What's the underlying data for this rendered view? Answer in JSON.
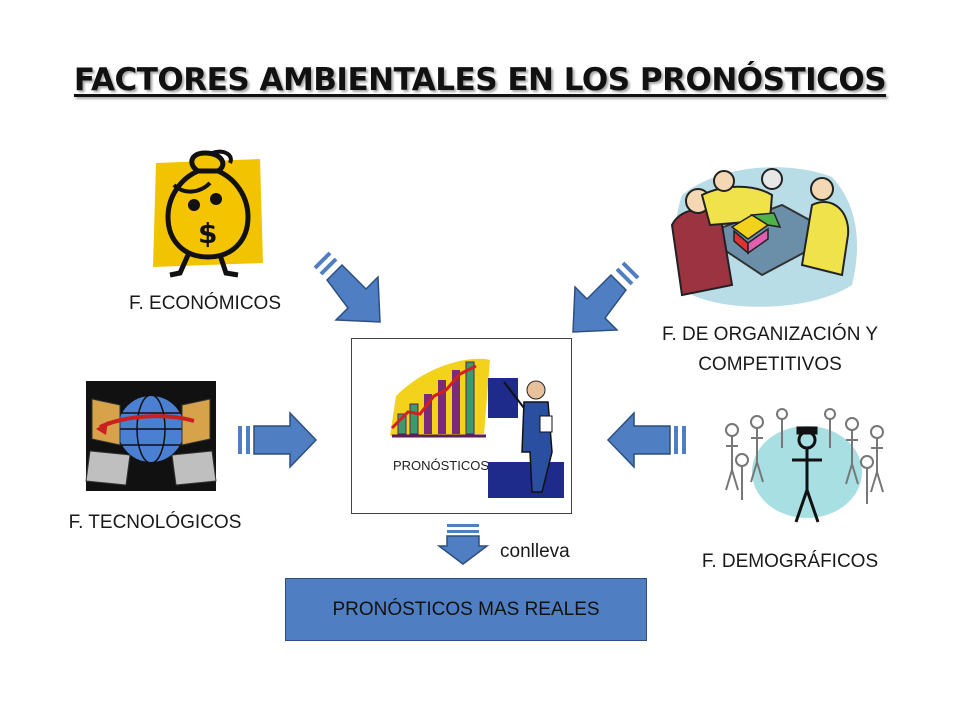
{
  "title": "FACTORES AMBIENTALES EN LOS PRONÓSTICOS",
  "factors": {
    "economicos": "F. ECONÓMICOS",
    "organizacion_line1": "F. DE ORGANIZACIÓN Y",
    "organizacion_line2": "COMPETITIVOS",
    "tecnologicos": "F. TECNOLÓGICOS",
    "demograficos": "F. DEMOGRÁFICOS"
  },
  "center": {
    "label": "PRONÓSTICOS"
  },
  "connector": {
    "label": "conlleva"
  },
  "result": {
    "label": "PRONÓSTICOS MAS REALES"
  },
  "colors": {
    "arrow": "#4f7fc2",
    "arrow_stroke": "#2d4f80",
    "result_box": "#4f7fc2"
  }
}
